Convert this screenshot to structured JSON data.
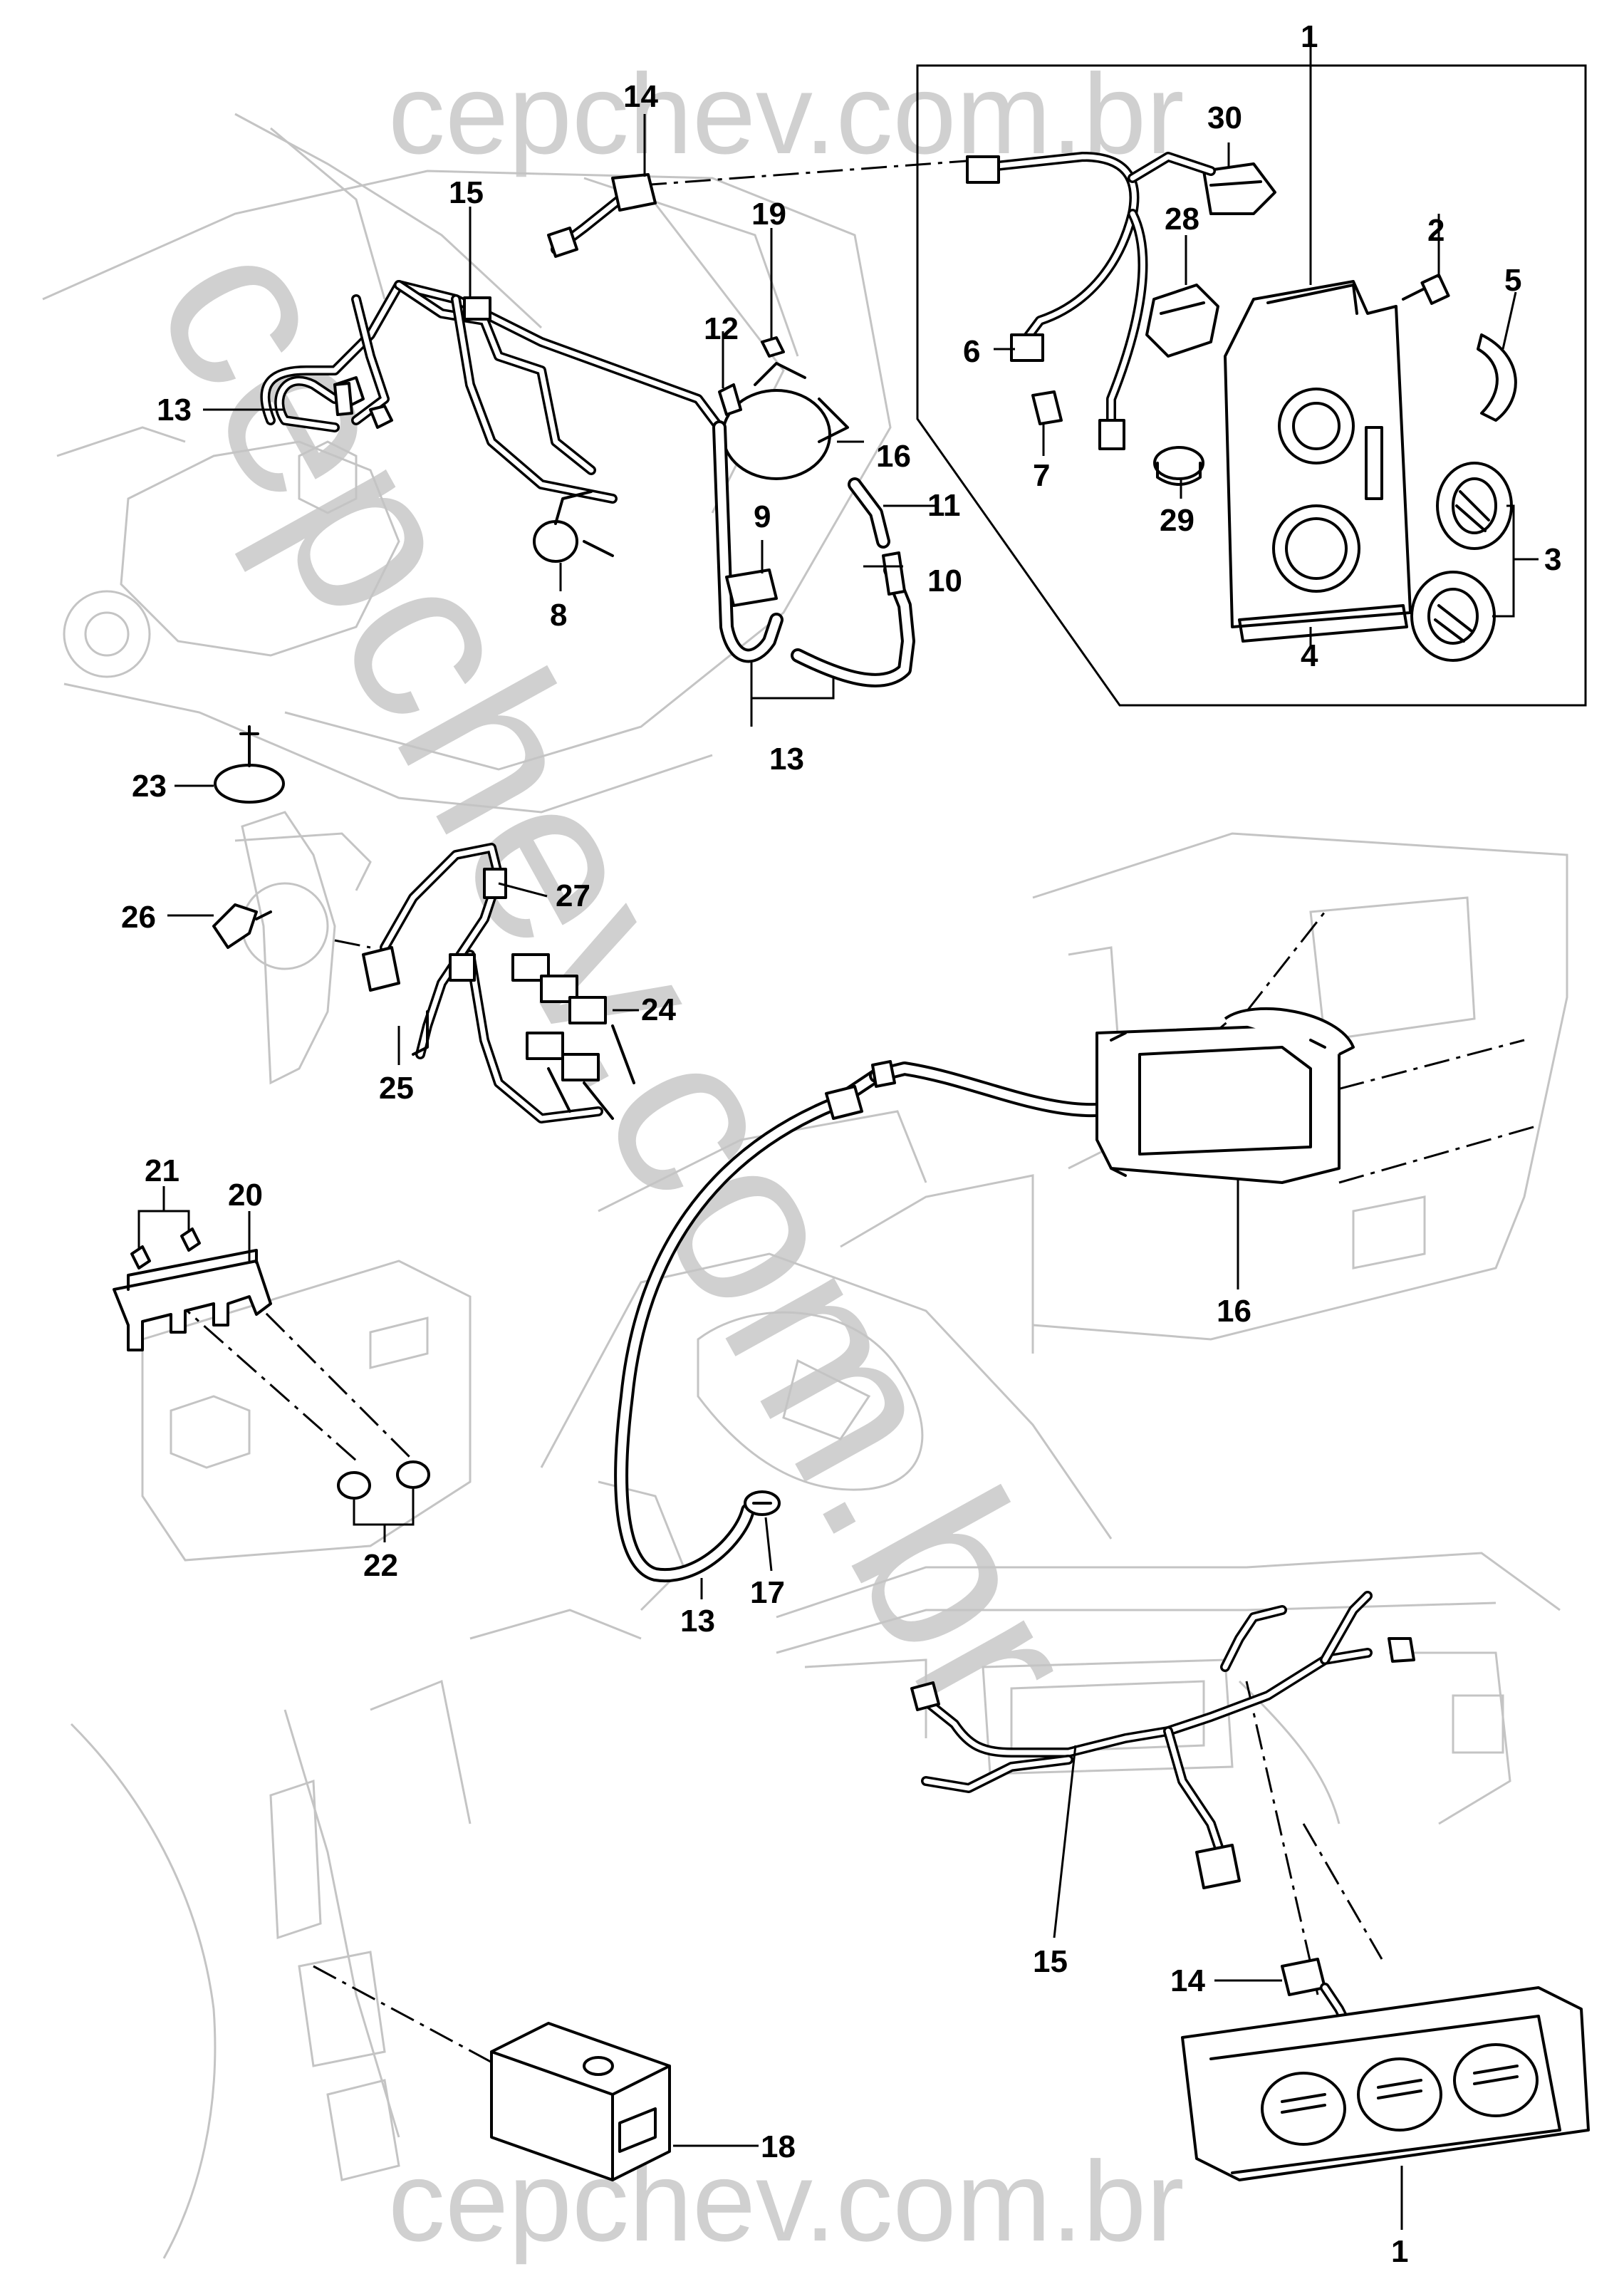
{
  "watermark": {
    "top": "cepchev.com.br",
    "diagonal": "cepchev.com.br",
    "bottom": "cepchev.com.br"
  },
  "callouts": {
    "c1_top": "1",
    "c2": "2",
    "c3": "3",
    "c4": "4",
    "c5": "5",
    "c6": "6",
    "c7": "7",
    "c8": "8",
    "c9": "9",
    "c10": "10",
    "c11": "11",
    "c12": "12",
    "c13_left": "13",
    "c13_mid": "13",
    "c13_low": "13",
    "c14_top": "14",
    "c14_low": "14",
    "c15_top": "15",
    "c15_low": "15",
    "c16_top": "16",
    "c16_low": "16",
    "c17": "17",
    "c18": "18",
    "c19": "19",
    "c20": "20",
    "c21": "21",
    "c22": "22",
    "c23": "23",
    "c24": "24",
    "c25": "25",
    "c26": "26",
    "c27": "27",
    "c28": "28",
    "c29": "29",
    "c30": "30",
    "c1_bottom": "1"
  }
}
